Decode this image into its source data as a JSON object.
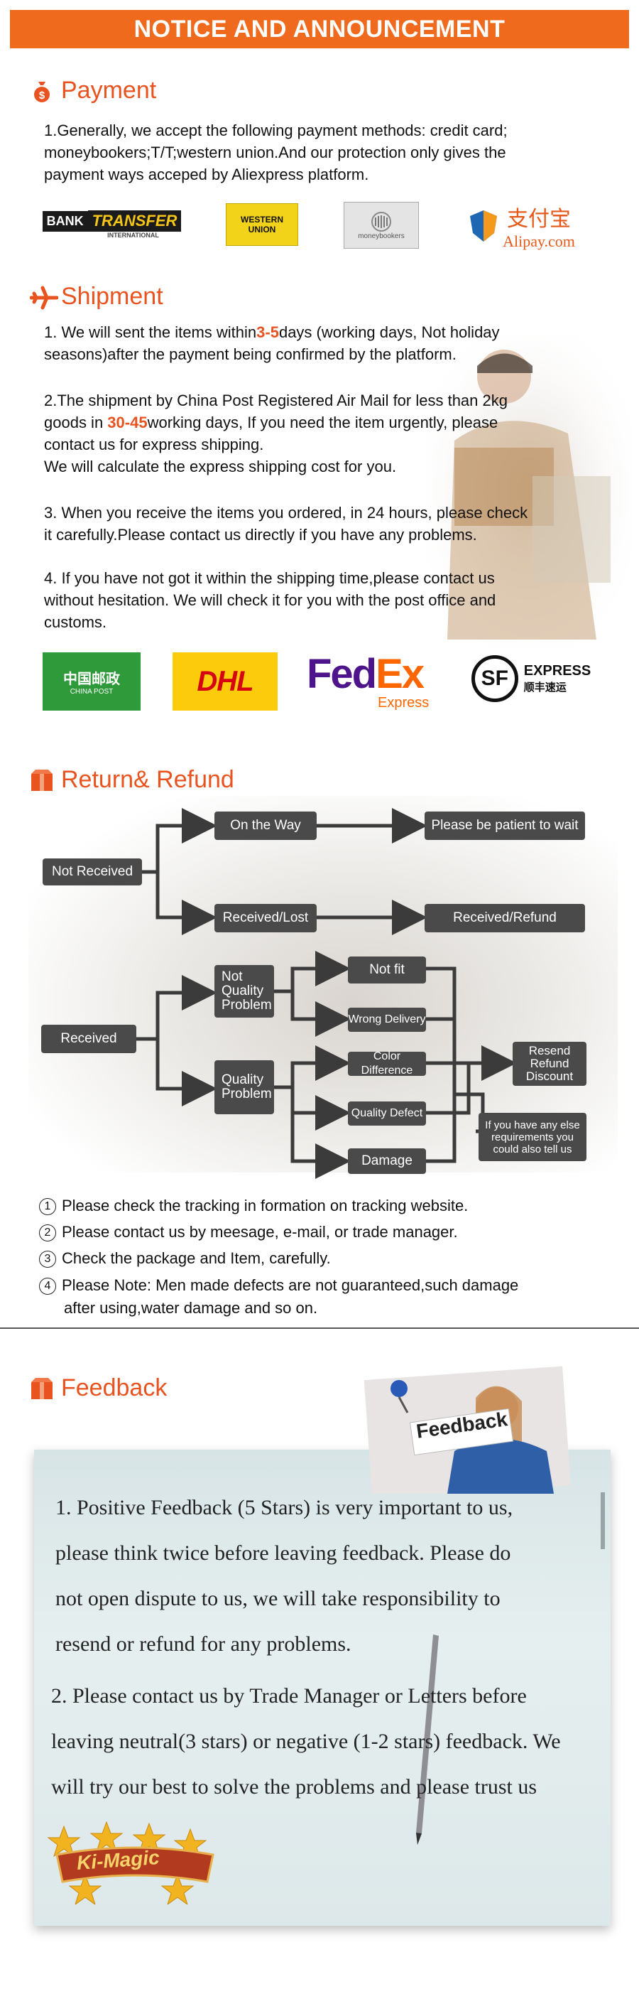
{
  "banner": {
    "title": "NOTICE AND ANNOUNCEMENT"
  },
  "payment": {
    "title": "Payment",
    "text": [
      "1.Generally, we accept the following payment methods: credit card;",
      "moneybookers;T/T;western union.And our protection only gives the",
      "payment ways acceped by Aliexpress platform."
    ],
    "logos": {
      "bank": "BANK",
      "transfer": "TRANSFER",
      "international": "INTERNATIONAL",
      "western": "WESTERN",
      "union": "UNION",
      "moneybookers": "moneybookers",
      "alipay_cn": "支付宝",
      "alipay_en": "Alipay.com"
    }
  },
  "shipment": {
    "title": "Shipment",
    "p1_a": "1. We will sent the items within",
    "p1_hl": "3-5",
    "p1_b": "days (working days, Not holiday",
    "p1_c": "seasons)after the payment being confirmed by the platform.",
    "p2_a": "2.The shipment by China Post Registered Air Mail for less than  2kg",
    "p2_b": "goods in ",
    "p2_hl": "30-45",
    "p2_c": "working days, If  you need the item urgently, please",
    "p2_d": "contact us for express shipping.",
    "p2_e": "We will calculate the express shipping cost for you.",
    "p3_a": "3. When you receive the items you ordered, in 24 hours, please check",
    "p3_b": " it carefully.Please contact us directly if you have any problems.",
    "p4_a": "4. If you have not got it within the shipping time,please contact us",
    "p4_b": "without hesitation. We will check it for you with the post office and",
    "p4_c": "customs.",
    "carriers": {
      "chinapost_cn": "中国邮政",
      "chinapost_en": "CHINA POST",
      "dhl": "DHL",
      "fedex_fed": "Fed",
      "fedex_ex": "Ex",
      "fedex_express": "Express",
      "sf_mark": "SF",
      "sf_express": "EXPRESS",
      "sf_cn": "顺丰速运"
    }
  },
  "refund": {
    "title": "Return& Refund",
    "boxes": {
      "not_received": "Not Received",
      "on_the_way": "On the Way",
      "patient": "Please be patient to wait",
      "received_lost": "Received/Lost",
      "received_refund": "Received/Refund",
      "received": "Received",
      "not_quality": "Not Quality Problem",
      "quality": "Quality Problem",
      "not_fit": "Not fit",
      "wrong_delivery": "Wrong Delivery",
      "color_difference": "Color Difference",
      "quality_defect": "Quality Defect",
      "damage": "Damage",
      "resend": "Resend Refund Discount",
      "else": "If you have any else requirements you could also tell us"
    },
    "notes": [
      {
        "num": "1",
        "text": "Please check the tracking in formation on tracking website."
      },
      {
        "num": "2",
        "text": "Please contact us by meesage, e-mail, or trade manager."
      },
      {
        "num": "3",
        "text": "Check the package and Item, carefully."
      },
      {
        "num": "4",
        "text": "Please Note: Men made defects  are not guaranteed,such damage"
      }
    ],
    "note4_cont": "after using,water damage and so on."
  },
  "feedback": {
    "title": "Feedback",
    "card_label": "Feedback",
    "lines": [
      "1. Positive Feedback (5 Stars) is very important to us,",
      "please think twice before leaving feedback. Please do",
      "not open dispute to us,   we will take responsibility to",
      "resend or refund for any problems.",
      "2. Please contact us by Trade Manager or Letters before",
      "leaving neutral(3 stars) or negative (1-2 stars) feedback. We",
      "will try our best to solve the problems and please trust us"
    ],
    "badge": "Ki-Magic"
  },
  "colors": {
    "accent": "#e8531f",
    "banner": "#f06a1e",
    "flow_box": "#4a4a4a"
  }
}
